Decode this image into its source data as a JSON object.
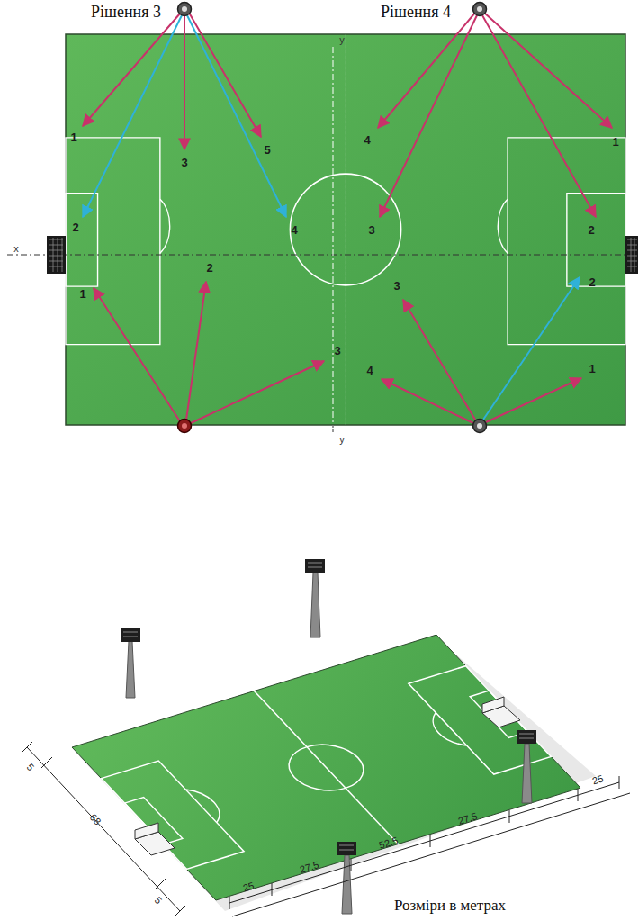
{
  "diagram": {
    "labels": [
      "Рішення 3",
      "Рішення 4",
      "1",
      "2",
      "3",
      "4",
      "5",
      "4",
      "3",
      "1",
      "2",
      "1",
      "2",
      "3",
      "3",
      "4",
      "2",
      "1",
      "x",
      "y",
      "y",
      "5",
      "68",
      "5",
      "25",
      "27.5",
      "52.5",
      "27.5",
      "25",
      "Розміри в метрах"
    ]
  }
}
